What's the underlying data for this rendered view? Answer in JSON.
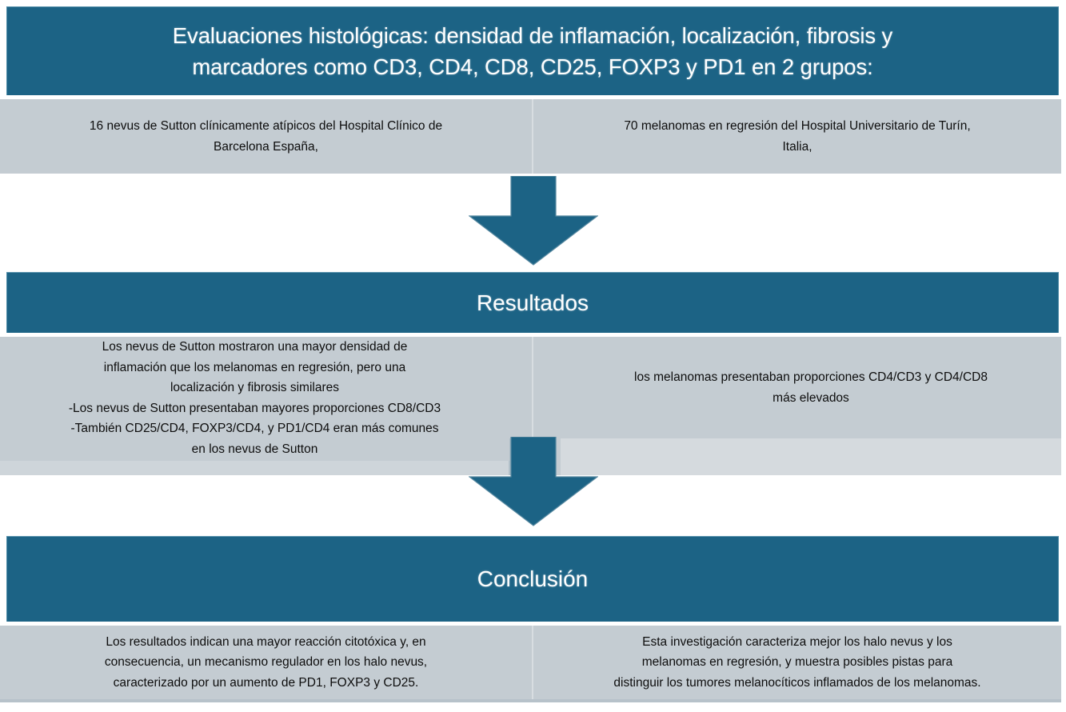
{
  "theme": {
    "accent_blue": "#1c6385",
    "panel_gray": "#c4ccd2",
    "panel_gray_light": "#ced5da",
    "panel_gray_pale": "#d5dade",
    "text_dark": "#0d0d0d",
    "text_light": "#ffffff"
  },
  "sections": {
    "methods": {
      "heading": "Evaluaciones histológicas: densidad de inflamación, localización, fibrosis y\nmarcadores como  CD3, CD4, CD8, CD25, FOXP3 y PD1 en 2 grupos:",
      "left": "16 nevus de Sutton clínicamente atípicos del Hospital Clínico de\nBarcelona España,",
      "right": "70 melanomas en regresión del Hospital Universitario de Turín,\nItalia,"
    },
    "results": {
      "heading": "Resultados",
      "left": "Los nevus de Sutton mostraron una mayor densidad de\ninflamación que los melanomas en regresión, pero una\nlocalización y fibrosis similares\n-Los nevus de Sutton presentaban mayores proporciones CD8/CD3\n-También CD25/CD4, FOXP3/CD4, y PD1/CD4 eran más comunes\nen los nevus de Sutton",
      "right": "los melanomas presentaban proporciones CD4/CD3 y CD4/CD8\nmás elevados"
    },
    "conclusion": {
      "heading": "Conclusión",
      "left": "Los resultados indican una mayor reacción citotóxica y, en\nconsecuencia, un mecanismo regulador en los halo nevus,\ncaracterizado por un aumento de PD1, FOXP3 y CD25.",
      "right": "Esta investigación caracteriza mejor los halo nevus y los\nmelanomas en regresión, y muestra posibles pistas para\ndistinguir los tumores melanocíticos inflamados de los melanomas."
    }
  },
  "connectors": [
    {
      "name": "down-arrow-methods-to-results"
    },
    {
      "name": "down-arrow-results-to-conclusion"
    }
  ]
}
